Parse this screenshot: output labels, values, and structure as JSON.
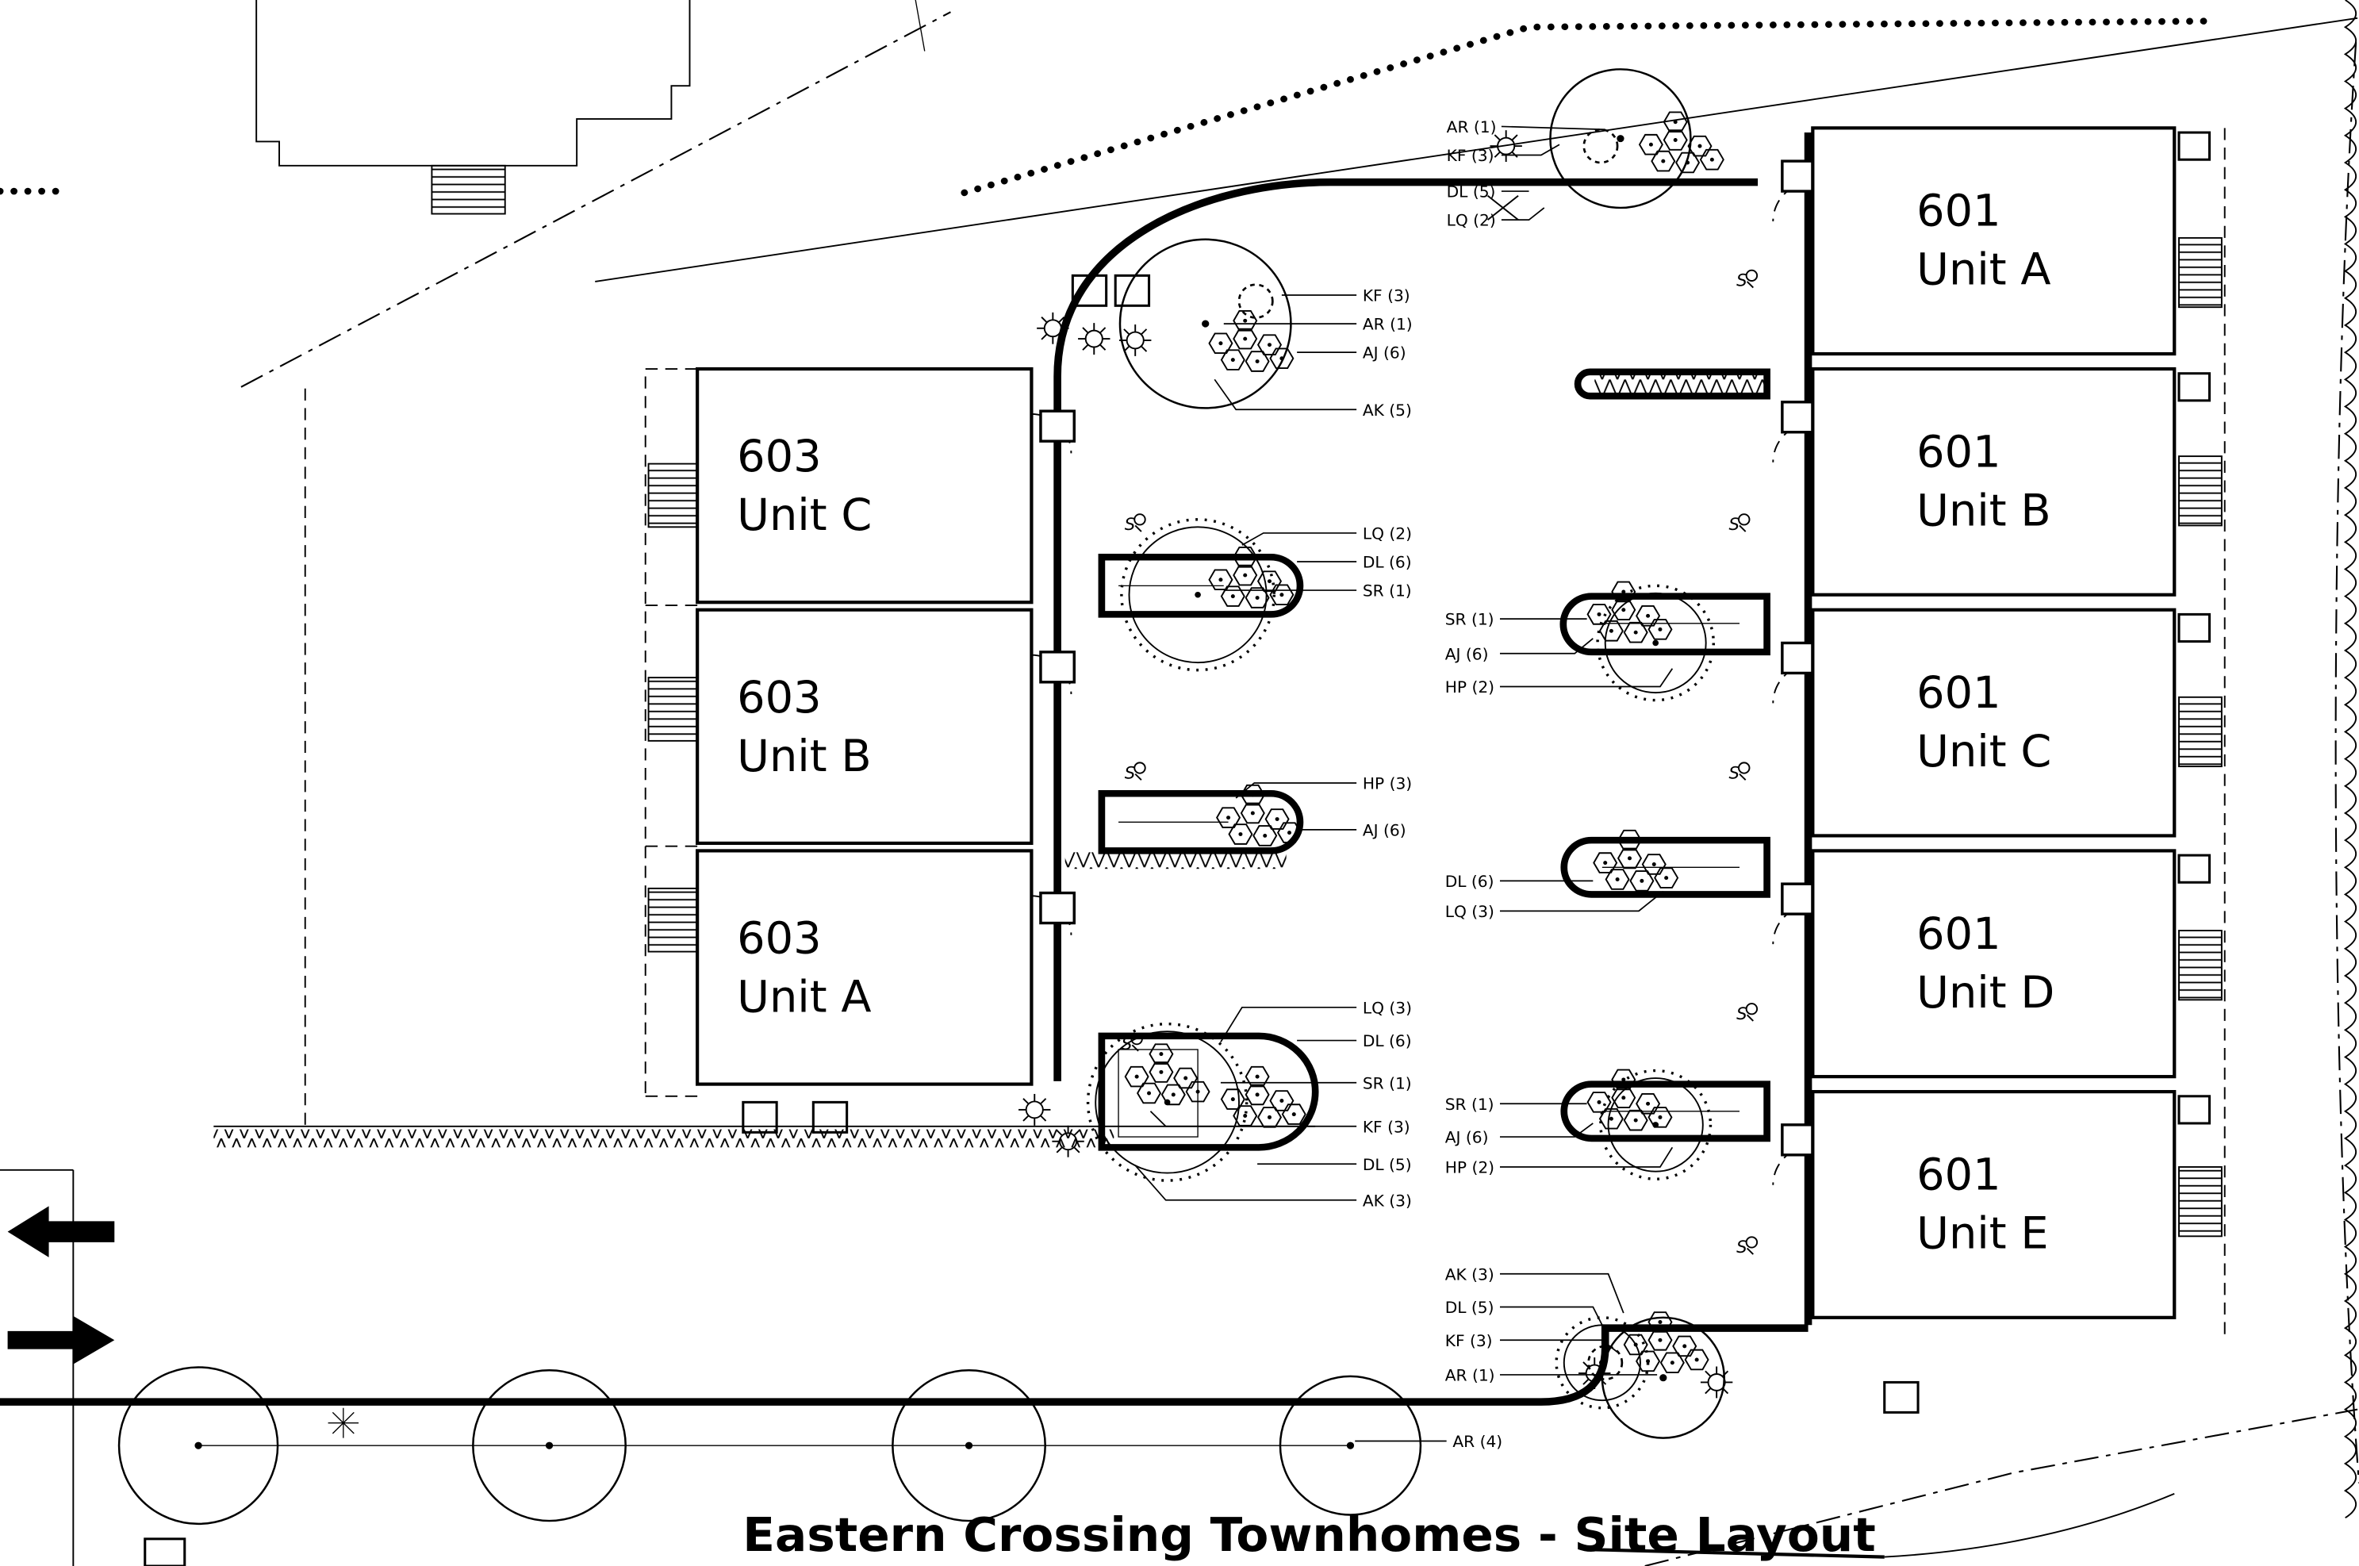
{
  "title": "Eastern Crossing Townhomes - Site Layout",
  "buildings": {
    "left": {
      "street_number": "603",
      "units": [
        {
          "number": "603",
          "label": "Unit C"
        },
        {
          "number": "603",
          "label": "Unit B"
        },
        {
          "number": "603",
          "label": "Unit A"
        }
      ]
    },
    "right": {
      "street_number": "601",
      "units": [
        {
          "number": "601",
          "label": "Unit A"
        },
        {
          "number": "601",
          "label": "Unit B"
        },
        {
          "number": "601",
          "label": "Unit C"
        },
        {
          "number": "601",
          "label": "Unit D"
        },
        {
          "number": "601",
          "label": "Unit E"
        }
      ]
    }
  },
  "plant_callouts": [
    "AR (1)",
    "KF (3)",
    "DL (5)",
    "LQ (2)",
    "KF (3)",
    "AR (1)",
    "AJ (6)",
    "AK (5)",
    "LQ (2)",
    "DL (6)",
    "SR (1)",
    "SR (1)",
    "AJ (6)",
    "HP (2)",
    "HP (3)",
    "AJ (6)",
    "DL (6)",
    "LQ (3)",
    "LQ (3)",
    "DL (6)",
    "SR (1)",
    "KF (3)",
    "DL (5)",
    "AK (3)",
    "SR (1)",
    "AJ (6)",
    "HP (2)",
    "AK (3)",
    "DL (5)",
    "KF (3)",
    "AR (1)",
    "AR (4)"
  ],
  "symbols": {
    "downspout": "S"
  }
}
